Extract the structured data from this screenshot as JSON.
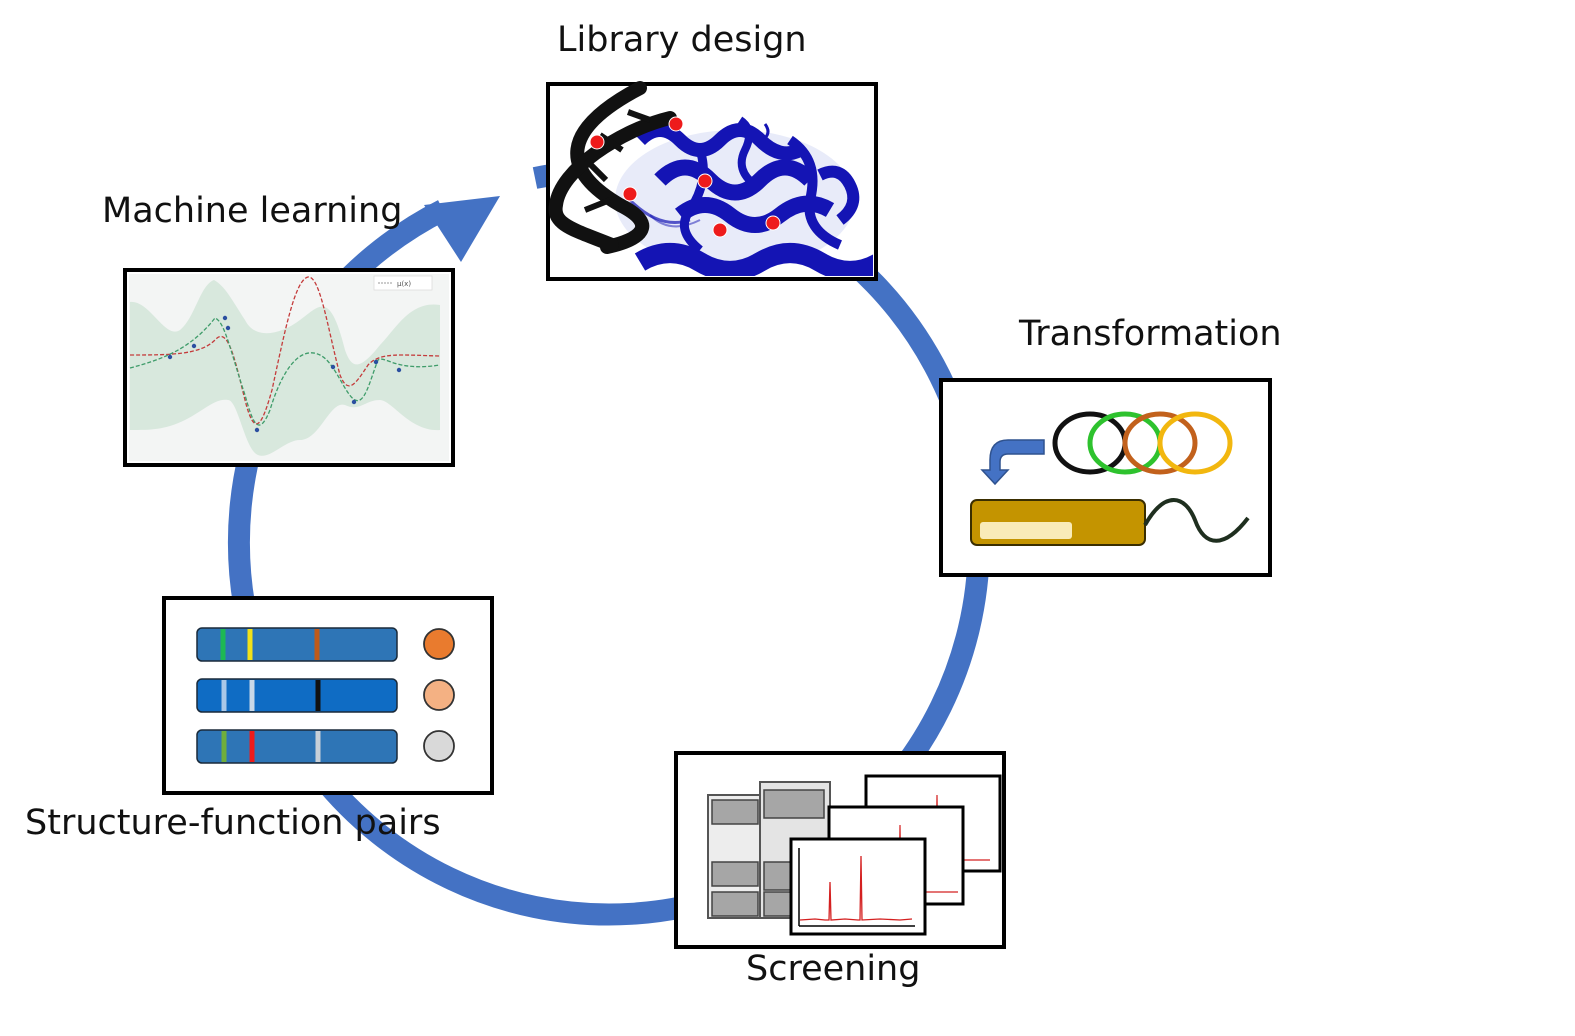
{
  "diagram": {
    "type": "cycle",
    "arrow_color": "#4472c4",
    "stages": [
      {
        "id": "library_design",
        "label": "Library design"
      },
      {
        "id": "transformation",
        "label": "Transformation"
      },
      {
        "id": "screening",
        "label": "Screening"
      },
      {
        "id": "structure_function",
        "label": "Structure-function pairs"
      },
      {
        "id": "machine_learning",
        "label": "Machine learning"
      }
    ],
    "ml_plot": {
      "legend_text": "μ(x)",
      "colors": {
        "band": "#cfe3d6",
        "mean": "#3f9c6a",
        "truth": "#c43b3b",
        "points": "#2b4fa0"
      }
    },
    "library": {
      "colors": {
        "dna": "#111111",
        "protein": "#1414b4",
        "mutation": "#ee1b1b"
      }
    },
    "transformation": {
      "ring_colors": [
        "#111111",
        "#2ec22e",
        "#c2611c",
        "#f2b70f"
      ],
      "cell_color": "#c49400",
      "arrow_color": "#4472c4"
    },
    "sequences": [
      {
        "bar_color": "#2e75b6",
        "marks": [
          "#1db954",
          "#f2e21a",
          "#c05a1a"
        ],
        "score_color": "#e97b2e"
      },
      {
        "bar_color": "#0f6cc4",
        "marks": [
          "#a9c8e8",
          "#c8d8e8",
          "#111111"
        ],
        "score_color": "#f4b183"
      },
      {
        "bar_color": "#2e75b6",
        "marks": [
          "#6fae3c",
          "#ee1b1b",
          "#c8d0d8"
        ],
        "score_color": "#d9d9d9"
      }
    ],
    "screening": {
      "peak_color": "#d42020",
      "instrument_color": "#a6a6a6"
    }
  }
}
